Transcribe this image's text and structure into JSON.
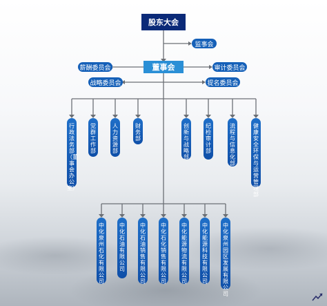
{
  "root": "股东大会",
  "supervisory_board": "监事会",
  "board": "董事会",
  "committees": {
    "compensation": "薪酬委员会",
    "strategy": "战略委员会",
    "audit": "审计委员会",
    "nomination": "提名委员会"
  },
  "departments": [
    "行政法务部（董事会办公室）",
    "党群工作部",
    "人力资源部",
    "财务部",
    "创新与战略部",
    "纪检审计部",
    "流程与信息化部",
    "健康安全环保与运营管理部"
  ],
  "subsidiaries": [
    "中化泉州石化有限公司",
    "中化石油有限公司",
    "中化石油销售有限公司",
    "中化石化销售有限公司",
    "中化能源物流有限公司",
    "中化能源科技有限公司",
    "中化泉州园区发展有限公司"
  ]
}
